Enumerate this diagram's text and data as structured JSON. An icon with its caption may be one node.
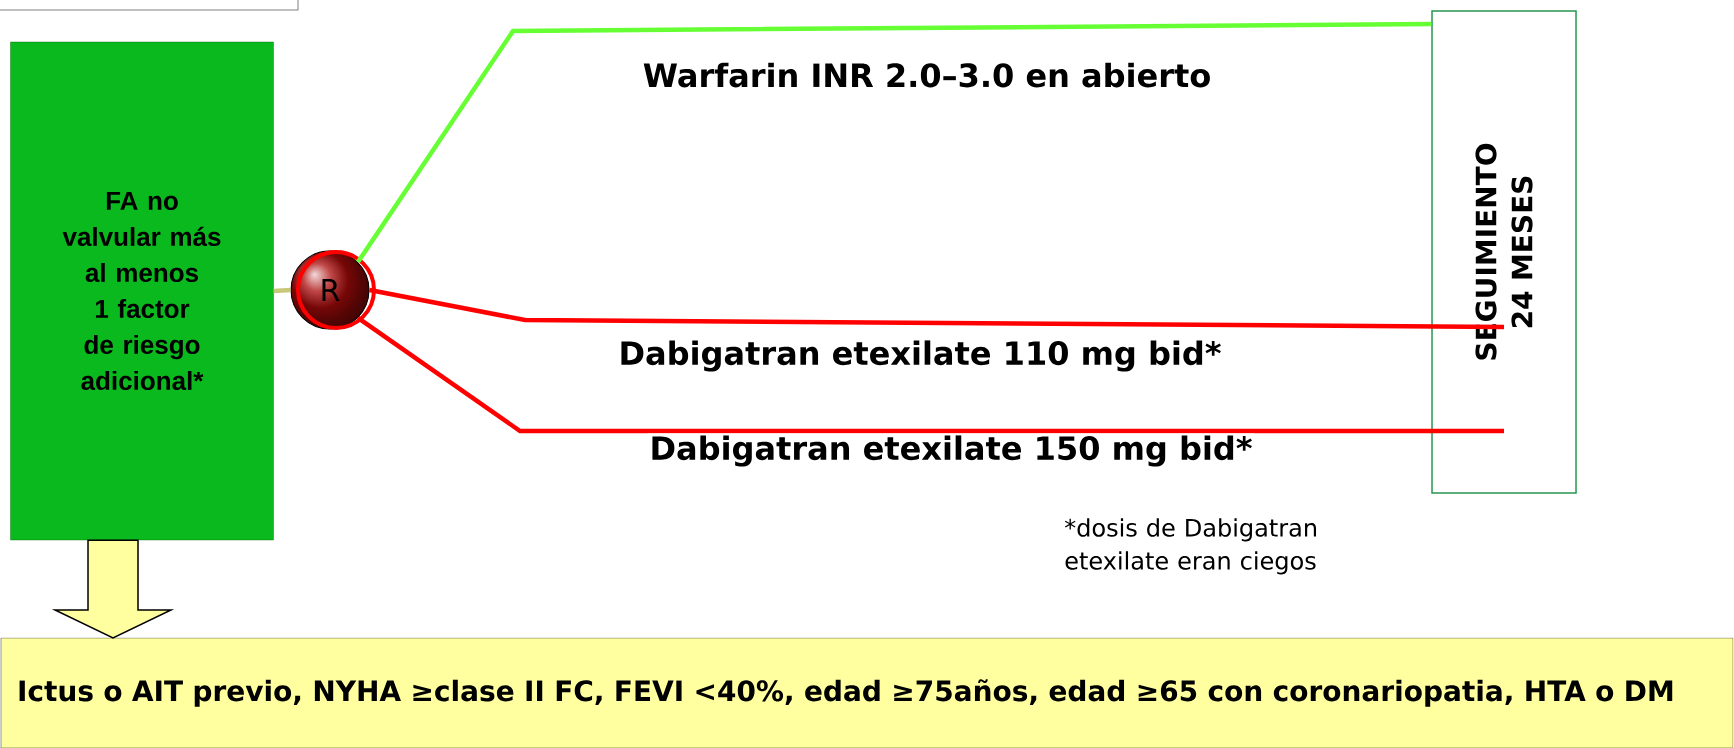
{
  "diagram": {
    "nodes": [
      {
        "text": [
          "FA no valvular más al menos 1 factor de riesgo adicional*"
        ]
      },
      {
        "text": [
          "R"
        ]
      },
      {
        "text": [
          "SEGUIMIENTO 24 MESES"
        ]
      },
      {
        "text": [
          "Ictus o AIT previo, NYHA  ≥clase II FC, FEVI <40%, edad ≥75años, edad ≥65 con coronariopatia, HTA o DM"
        ]
      }
    ],
    "edges": [
      {
        "from": 0,
        "to": 1,
        "arrow": "none",
        "color": "#c8c878"
      },
      {
        "from": 1,
        "to": 2,
        "arrow": "none",
        "label": "Warfarin INR 2.0–3.0 en abierto",
        "color": "#66ff33"
      },
      {
        "from": 1,
        "to": 2,
        "arrow": "none",
        "label": "Dabigatran etexilate 110 mg bid*"
      },
      {
        "from": 1,
        "to": 2,
        "arrow": "none",
        "label": "Dabigatran etexilate 150 mg bid*"
      },
      {
        "from": 0,
        "to": 3,
        "arrow": "to",
        "style": "thick",
        "color": "#ffffa0"
      }
    ],
    "labels": [
      "*dosis de Dabigatran etexilate eran ciegos"
    ]
  }
}
